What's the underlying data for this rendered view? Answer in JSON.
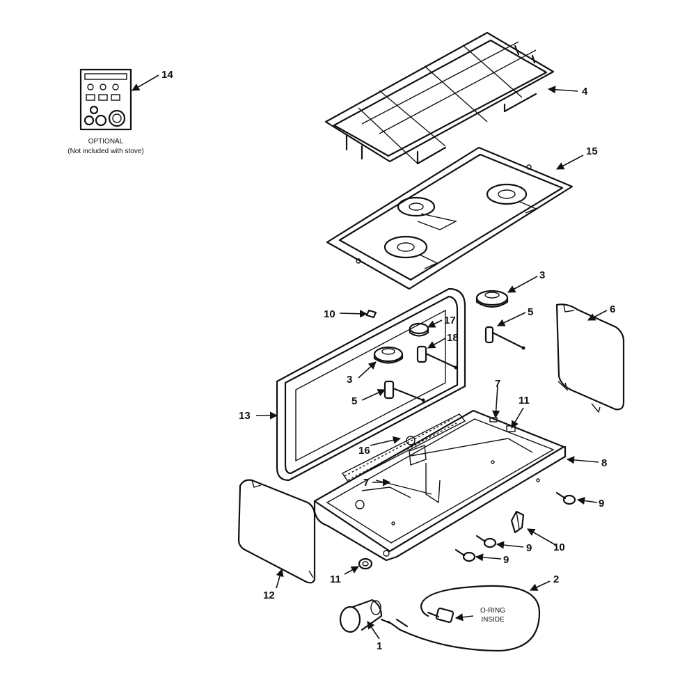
{
  "callouts": {
    "c1": "1",
    "c2": "2",
    "c3a": "3",
    "c3b": "3",
    "c4": "4",
    "c5a": "5",
    "c5b": "5",
    "c6": "6",
    "c7a": "7",
    "c7b": "7",
    "c8": "8",
    "c9a": "9",
    "c9b": "9",
    "c9c": "9",
    "c10a": "10",
    "c10b": "10",
    "c11a": "11",
    "c11b": "11",
    "c12": "12",
    "c13": "13",
    "c14": "14",
    "c15": "15",
    "c16": "16",
    "c17": "17",
    "c18": "18"
  },
  "notes": {
    "optional": "OPTIONAL",
    "not_included": "(Not included with stove)",
    "oring_line1": "O-RING",
    "oring_line2": "INSIDE"
  },
  "colors": {
    "ink": "#111111",
    "paper": "#ffffff"
  }
}
